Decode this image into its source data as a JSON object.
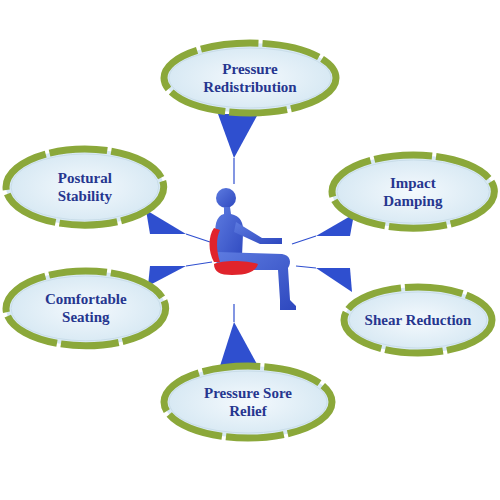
{
  "diagram": {
    "nodes": [
      {
        "text": [
          "Pressure Redistribution"
        ]
      },
      {
        "text": [
          "Postural Stability"
        ]
      },
      {
        "text": [
          "Impact Damping"
        ]
      },
      {
        "text": [
          "Comfortable Seating"
        ]
      },
      {
        "text": [
          "Shear Reduction"
        ]
      },
      {
        "text": [
          "Pressure Sore Relief"
        ]
      }
    ]
  }
}
